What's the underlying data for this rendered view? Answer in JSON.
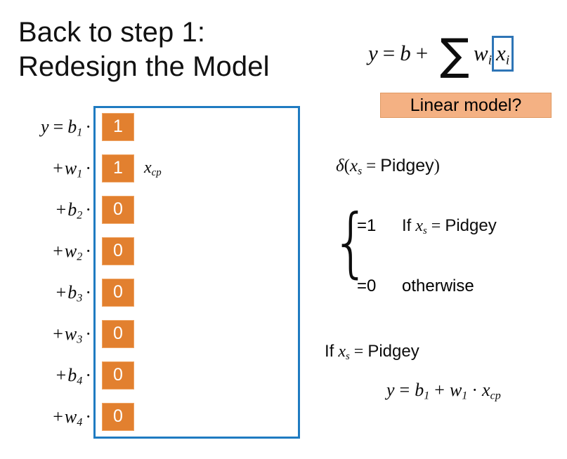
{
  "slide": {
    "title_lines": [
      "Back to step 1:",
      "Redesign the Model"
    ]
  },
  "main_formula": {
    "lhs": "y",
    "equals": "=",
    "bias": "b",
    "plus": "+",
    "sigma": "∑",
    "weight": "w",
    "weight_sub": "i",
    "boxed_feature": "x",
    "boxed_feature_sub": "i"
  },
  "linear_model_badge": {
    "label": "Linear model?",
    "fill_color": "#F4B183",
    "border_color": "#E09A63"
  },
  "feature_vector_box": {
    "border_color": "#1F7BC1"
  },
  "feature_cell_colors": {
    "fill": "#E2802F",
    "border": "#EFA463",
    "text": "#FFFFFF"
  },
  "equation_rows": [
    {
      "lead": "y",
      "equals": "=",
      "coef": "b",
      "coef_sub": "1",
      "dot": "·",
      "value": "1",
      "note": ""
    },
    {
      "lead": "",
      "equals": "+",
      "coef": "w",
      "coef_sub": "1",
      "dot": "·",
      "value": "1",
      "note": "x_cp"
    },
    {
      "lead": "",
      "equals": "+",
      "coef": "b",
      "coef_sub": "2",
      "dot": "·",
      "value": "0",
      "note": ""
    },
    {
      "lead": "",
      "equals": "+",
      "coef": "w",
      "coef_sub": "2",
      "dot": "·",
      "value": "0",
      "note": ""
    },
    {
      "lead": "",
      "equals": "+",
      "coef": "b",
      "coef_sub": "3",
      "dot": "·",
      "value": "0",
      "note": ""
    },
    {
      "lead": "",
      "equals": "+",
      "coef": "w",
      "coef_sub": "3",
      "dot": "·",
      "value": "0",
      "note": ""
    },
    {
      "lead": "",
      "equals": "+",
      "coef": "b",
      "coef_sub": "4",
      "dot": "·",
      "value": "0",
      "note": ""
    },
    {
      "lead": "",
      "equals": "+",
      "coef": "w",
      "coef_sub": "4",
      "dot": "·",
      "value": "0",
      "note": ""
    }
  ],
  "delta_expression": {
    "delta": "δ",
    "open": "(",
    "var": "x",
    "var_sub": "s",
    "equals": "=",
    "species": "Pidgey",
    "close": ")"
  },
  "delta_cases": {
    "brace": "{",
    "true_case": {
      "value": "=1",
      "condition_prefix": "If",
      "var": "x",
      "var_sub": "s",
      "equals": "=",
      "species": "Pidgey"
    },
    "false_case": {
      "value": "=0",
      "condition": "otherwise"
    }
  },
  "conditional_result": {
    "condition_prefix": "If",
    "var": "x",
    "var_sub": "s",
    "equals": "=",
    "species": "Pidgey",
    "equation": {
      "lhs": "y",
      "equals": "=",
      "bias": "b",
      "bias_sub": "1",
      "plus": "+",
      "weight": "w",
      "weight_sub": "1",
      "dot": "·",
      "feature": "x",
      "feature_sub": "cp"
    }
  }
}
